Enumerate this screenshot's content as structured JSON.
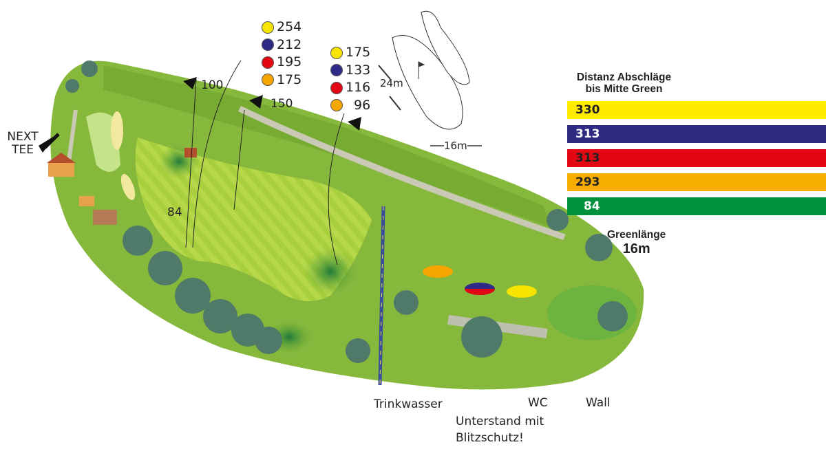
{
  "tee_distances_1": [
    {
      "color": "#f7e400",
      "value": "254"
    },
    {
      "color": "#2e2a85",
      "value": "212"
    },
    {
      "color": "#e30613",
      "value": "195"
    },
    {
      "color": "#f5a500",
      "value": "175"
    }
  ],
  "tee_distances_2": [
    {
      "color": "#f7e400",
      "value": "175"
    },
    {
      "color": "#2e2a85",
      "value": "133"
    },
    {
      "color": "#e30613",
      "value": "116"
    },
    {
      "color": "#f5a500",
      "value": "96"
    }
  ],
  "markers": {
    "m100": "100",
    "m150": "150",
    "m84": "84"
  },
  "green_detail": {
    "length": "24m",
    "width": "16m"
  },
  "legend": {
    "title": "Distanz Abschläge bis Mitte Green",
    "bars": [
      {
        "color": "#ffea00",
        "text_color": "#222",
        "value": "330"
      },
      {
        "color": "#302b82",
        "text_color": "#fff",
        "value": "313"
      },
      {
        "color": "#e30613",
        "text_color": "#222",
        "value": "313"
      },
      {
        "color": "#f6ad00",
        "text_color": "#222",
        "value": "293"
      },
      {
        "color": "#00913a",
        "text_color": "#fff",
        "value": "84"
      }
    ],
    "green_length_label": "Greenlänge",
    "green_length_value": "16m"
  },
  "labels": {
    "next_tee": "NEXT TEE",
    "trinkwasser": "Trinkwasser",
    "unterstand": "Unterstand mit Blitzschutz!",
    "wc": "WC",
    "wall": "Wall"
  }
}
